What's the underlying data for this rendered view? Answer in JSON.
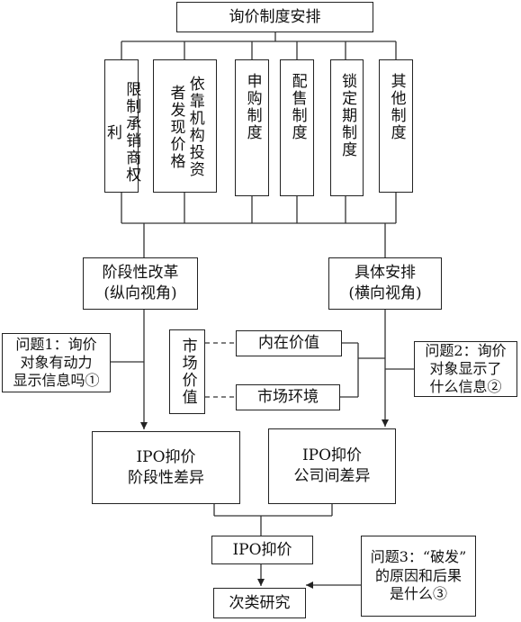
{
  "nodes": {
    "title": "询价制度安排",
    "col1": "限制承销商权利",
    "col2": "依靠机构投资者发现价格",
    "col3": "申购制度",
    "col4": "配售制度",
    "col5": "锁定期制度",
    "col6": "其他制度",
    "stage_reform": "阶段性改革\n(纵向视角)",
    "specific": "具体安排\n(横向视角)",
    "q1": "问题1：询价\n对象有动力\n显示信息吗①",
    "q2": "问题2：询价\n对象显示了\n什么信息②",
    "market_value": "市场价值",
    "intrinsic": "内在价值",
    "env": "市场环境",
    "ipo_stage": "IPO抑价\n阶段性差异",
    "ipo_company": "IPO抑价\n公司间差异",
    "ipo": "IPO抑价",
    "q3": "问题3：“破发”\n的原因和后果\n是什么③",
    "next": "次类研究"
  }
}
